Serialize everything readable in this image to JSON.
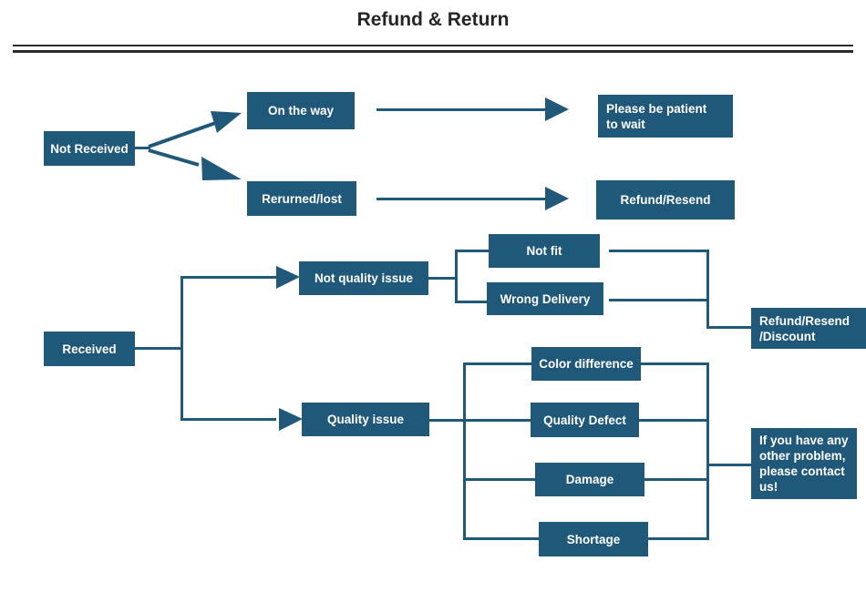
{
  "page": {
    "title": "Refund & Return",
    "accent_color": "#1f5878",
    "rule_color": "#2b2b2b",
    "background": "#ffffff",
    "node_text_color": "#ffffff"
  },
  "nodes": {
    "not_received": "Not Received",
    "on_the_way": "On the way",
    "returned_lost": "Rerurned/lost",
    "please_be_patient": "Please be patient\nto wait",
    "refund_resend": "Refund/Resend",
    "received": "Received",
    "not_quality_issue": "Not quality issue",
    "quality_issue": "Quality issue",
    "not_fit": "Not fit",
    "wrong_delivery": "Wrong Delivery",
    "color_difference": "Color difference",
    "quality_defect": "Quality Defect",
    "damage": "Damage",
    "shortage": "Shortage",
    "refund_resend_discount": "Refund/Resend\n/Discount",
    "contact_us": "If you have any\n other problem,\nplease contact\nus!"
  },
  "flow": {
    "branches": [
      {
        "from": "Not Received",
        "to": [
          "On the way",
          "Rerurned/lost"
        ]
      },
      {
        "from": "On the way",
        "to": [
          "Please be patient to wait"
        ]
      },
      {
        "from": "Rerurned/lost",
        "to": [
          "Refund/Resend"
        ]
      },
      {
        "from": "Received",
        "to": [
          "Not quality issue",
          "Quality issue"
        ]
      },
      {
        "from": "Not quality issue",
        "to": [
          "Not fit",
          "Wrong Delivery"
        ]
      },
      {
        "from": "Quality issue",
        "to": [
          "Color difference",
          "Quality Defect",
          "Damage",
          "Shortage"
        ]
      },
      {
        "from": "Not fit / Wrong Delivery",
        "to": [
          "Refund/Resend/Discount"
        ]
      },
      {
        "from": "Color difference / Quality Defect / Damage / Shortage",
        "to": [
          "If you have any other problem, please contact us!"
        ]
      }
    ]
  }
}
